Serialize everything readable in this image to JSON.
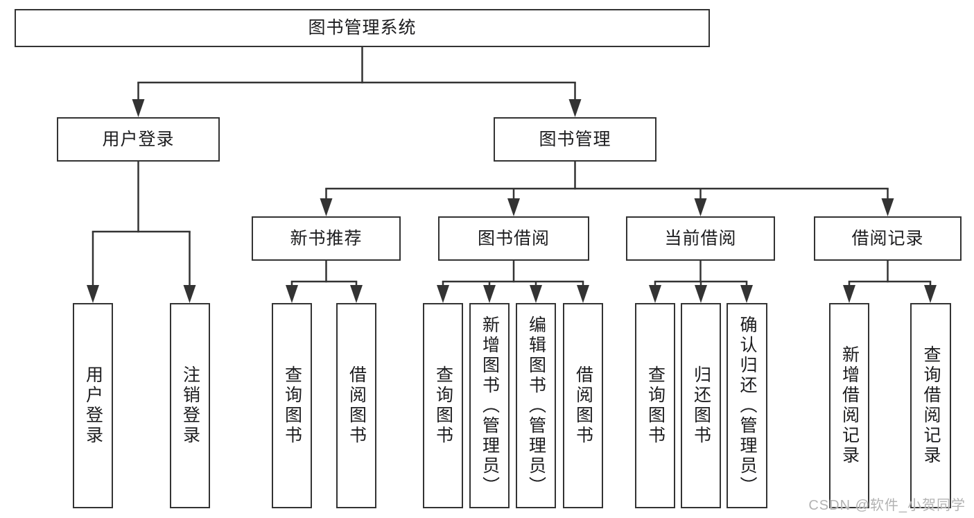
{
  "tree": {
    "root": {
      "label": "图书管理系统"
    },
    "level2": [
      {
        "label": "用户登录"
      },
      {
        "label": "图书管理"
      }
    ],
    "level3": [
      {
        "label": "新书推荐"
      },
      {
        "label": "图书借阅"
      },
      {
        "label": "当前借阅"
      },
      {
        "label": "借阅记录"
      }
    ],
    "leaves": {
      "user_login": [
        {
          "label": "用户登录"
        },
        {
          "label": "注销登录"
        }
      ],
      "new_book": [
        {
          "label": "查询图书"
        },
        {
          "label": "借阅图书"
        }
      ],
      "book_borrow": [
        {
          "label": "查询图书"
        },
        {
          "label": "新增图书（管理员）"
        },
        {
          "label": "编辑图书（管理员）"
        },
        {
          "label": "借阅图书"
        }
      ],
      "current_borrow": [
        {
          "label": "查询图书"
        },
        {
          "label": "归还图书"
        },
        {
          "label": "确认归还（管理员）"
        }
      ],
      "borrow_records": [
        {
          "label": "新增借阅记录"
        },
        {
          "label": "查询借阅记录"
        }
      ]
    }
  },
  "watermark": {
    "text": "CSDN @软件_小贺同学"
  },
  "colors": {
    "line": "#333333",
    "text": "#1c1c1e",
    "background": "#ffffff",
    "watermark": "#b3b3b3"
  }
}
